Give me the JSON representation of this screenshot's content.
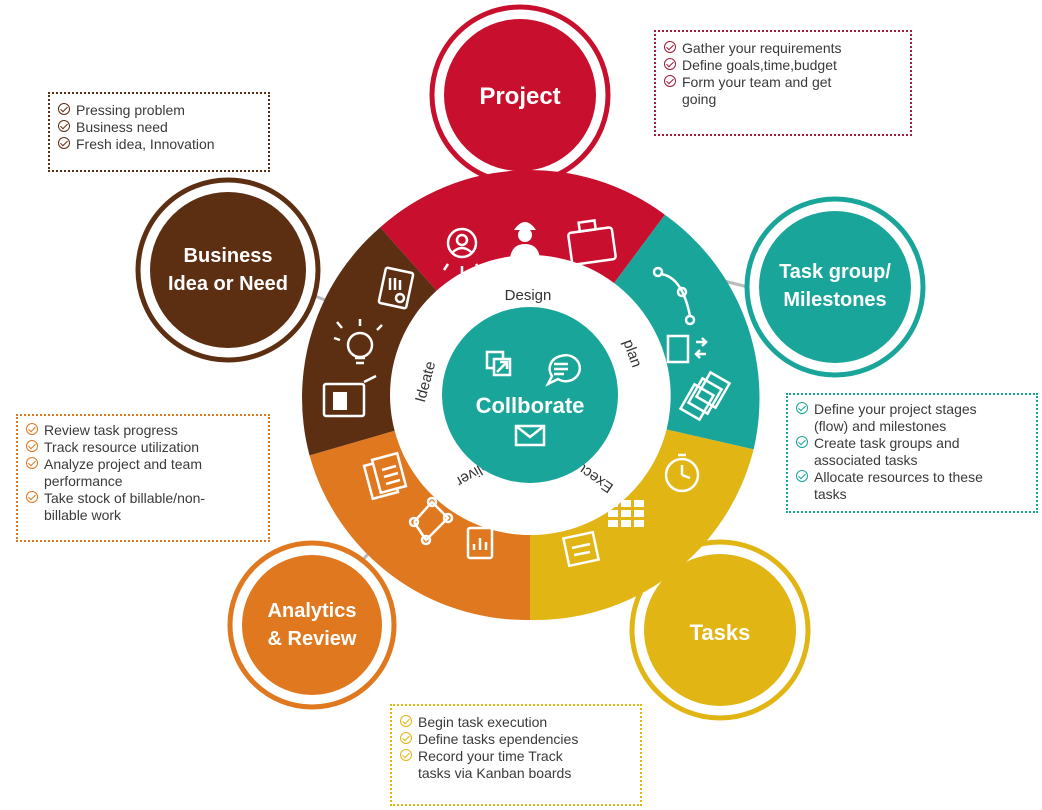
{
  "center": {
    "label": "Collborate"
  },
  "ring": {
    "design": "Design",
    "plan": "plan",
    "execute": "Execute",
    "deliver": "Deliver",
    "ideate": "Ideate"
  },
  "nodes": {
    "project": {
      "line1": "Project",
      "color": "#c8102e"
    },
    "task_group": {
      "line1": "Task group/",
      "line2": "Milestones",
      "color": "#1aa59a"
    },
    "tasks": {
      "line1": "Tasks",
      "color": "#e0b514"
    },
    "analytics": {
      "line1": "Analytics",
      "line2": "& Review",
      "color": "#e07820"
    },
    "business": {
      "line1": "Business",
      "line2": "Idea or Need",
      "color": "#5c2e12"
    }
  },
  "boxes": {
    "project": {
      "color": "#9e1b3a",
      "items": [
        "Gather your requirements",
        "Define goals,time,budget",
        "Form your team and get\ngoing"
      ]
    },
    "business": {
      "color": "#5c2e12",
      "items": [
        "Pressing problem",
        "Business need",
        "Fresh idea, Innovation"
      ]
    },
    "task_group": {
      "color": "#1aa59a",
      "items": [
        "Define your project stages\n(flow) and milestones",
        "Create task groups and\nassociated tasks",
        "Allocate resources to these\ntasks"
      ]
    },
    "analytics": {
      "color": "#e07820",
      "items": [
        "Review task progress",
        "Track resource utilization",
        "Analyze project and team\nperformance",
        "Take stock of billable/non-\nbillable work"
      ]
    },
    "tasks": {
      "color": "#e0b514",
      "items": [
        "Begin task execution",
        "Define tasks ependencies",
        "Record your time Track\ntasks via Kanban boards"
      ]
    }
  },
  "icons": {
    "design": [
      "user-target-icon",
      "engineer-icon",
      "briefcase-icon"
    ],
    "plan": [
      "bezier-path-icon",
      "swap-doc-icon",
      "stacked-cards-icon"
    ],
    "execute": [
      "stopwatch-icon",
      "grid-table-icon",
      "sticky-notes-icon"
    ],
    "deliver": [
      "report-icon",
      "network-graph-icon",
      "clipboard-chart-icon"
    ],
    "ideate": [
      "id-card-icon",
      "lightbulb-icon",
      "tablet-icon"
    ],
    "center": [
      "share-icon",
      "chat-icon",
      "mail-icon"
    ]
  }
}
